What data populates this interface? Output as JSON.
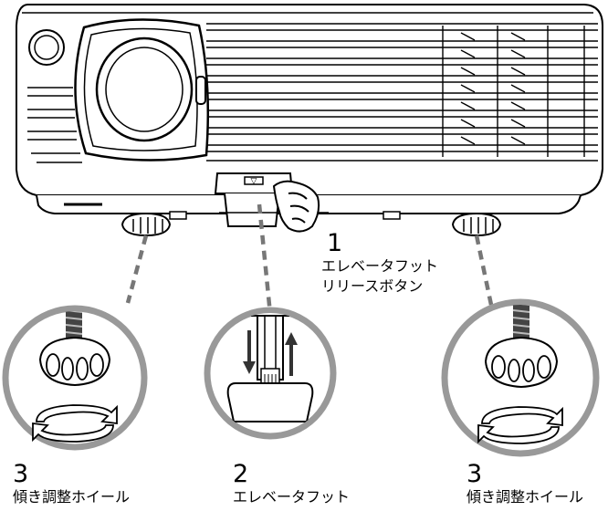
{
  "callouts": [
    {
      "number": "1",
      "lines": [
        "エレベータフット",
        "リリースボタン"
      ]
    },
    {
      "number": "2",
      "lines": [
        "エレベータフット"
      ]
    },
    {
      "number": "3",
      "lines": [
        "傾き調整ホイール"
      ]
    },
    {
      "number": "3",
      "lines": [
        "傾き調整ホイール"
      ]
    }
  ],
  "projector_label": "▽"
}
